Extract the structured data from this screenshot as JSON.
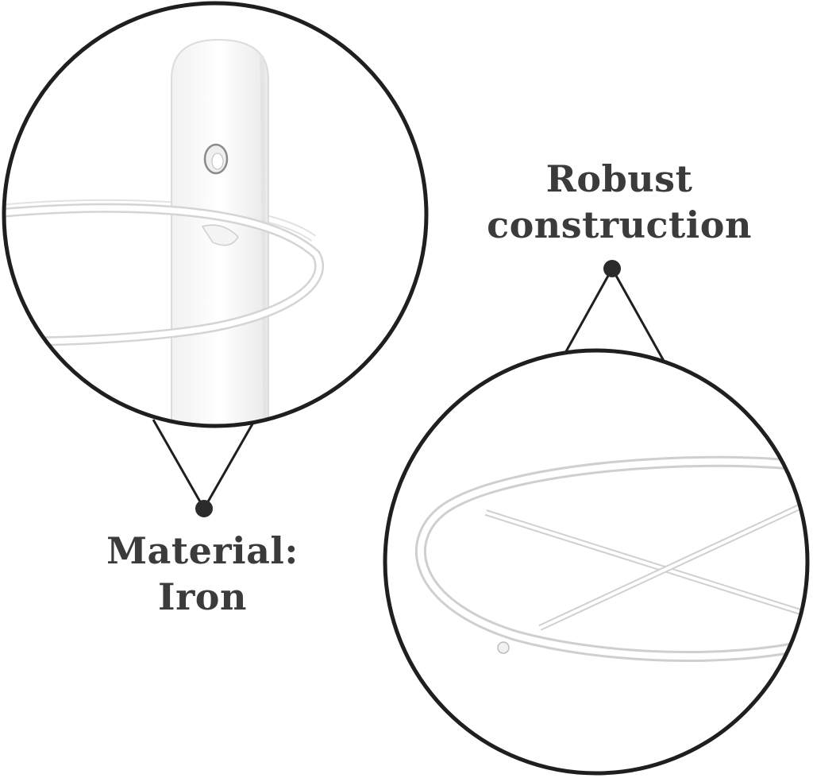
{
  "callouts": {
    "material": {
      "line1": "Material:",
      "line2": "Iron"
    },
    "robust": {
      "line1": "Robust",
      "line2": "construction"
    }
  },
  "colors": {
    "background": "#ffffff",
    "outline": "#1f1f1f",
    "text": "#3b3b3b",
    "product": "#ffffff",
    "product_shadow": "#d9d9d9"
  },
  "product_views": [
    {
      "name": "bracket-closeup",
      "subject": "white wall plate with screw hole and wire ring"
    },
    {
      "name": "base-closeup",
      "subject": "white wire ring base with crossed support wires"
    }
  ]
}
